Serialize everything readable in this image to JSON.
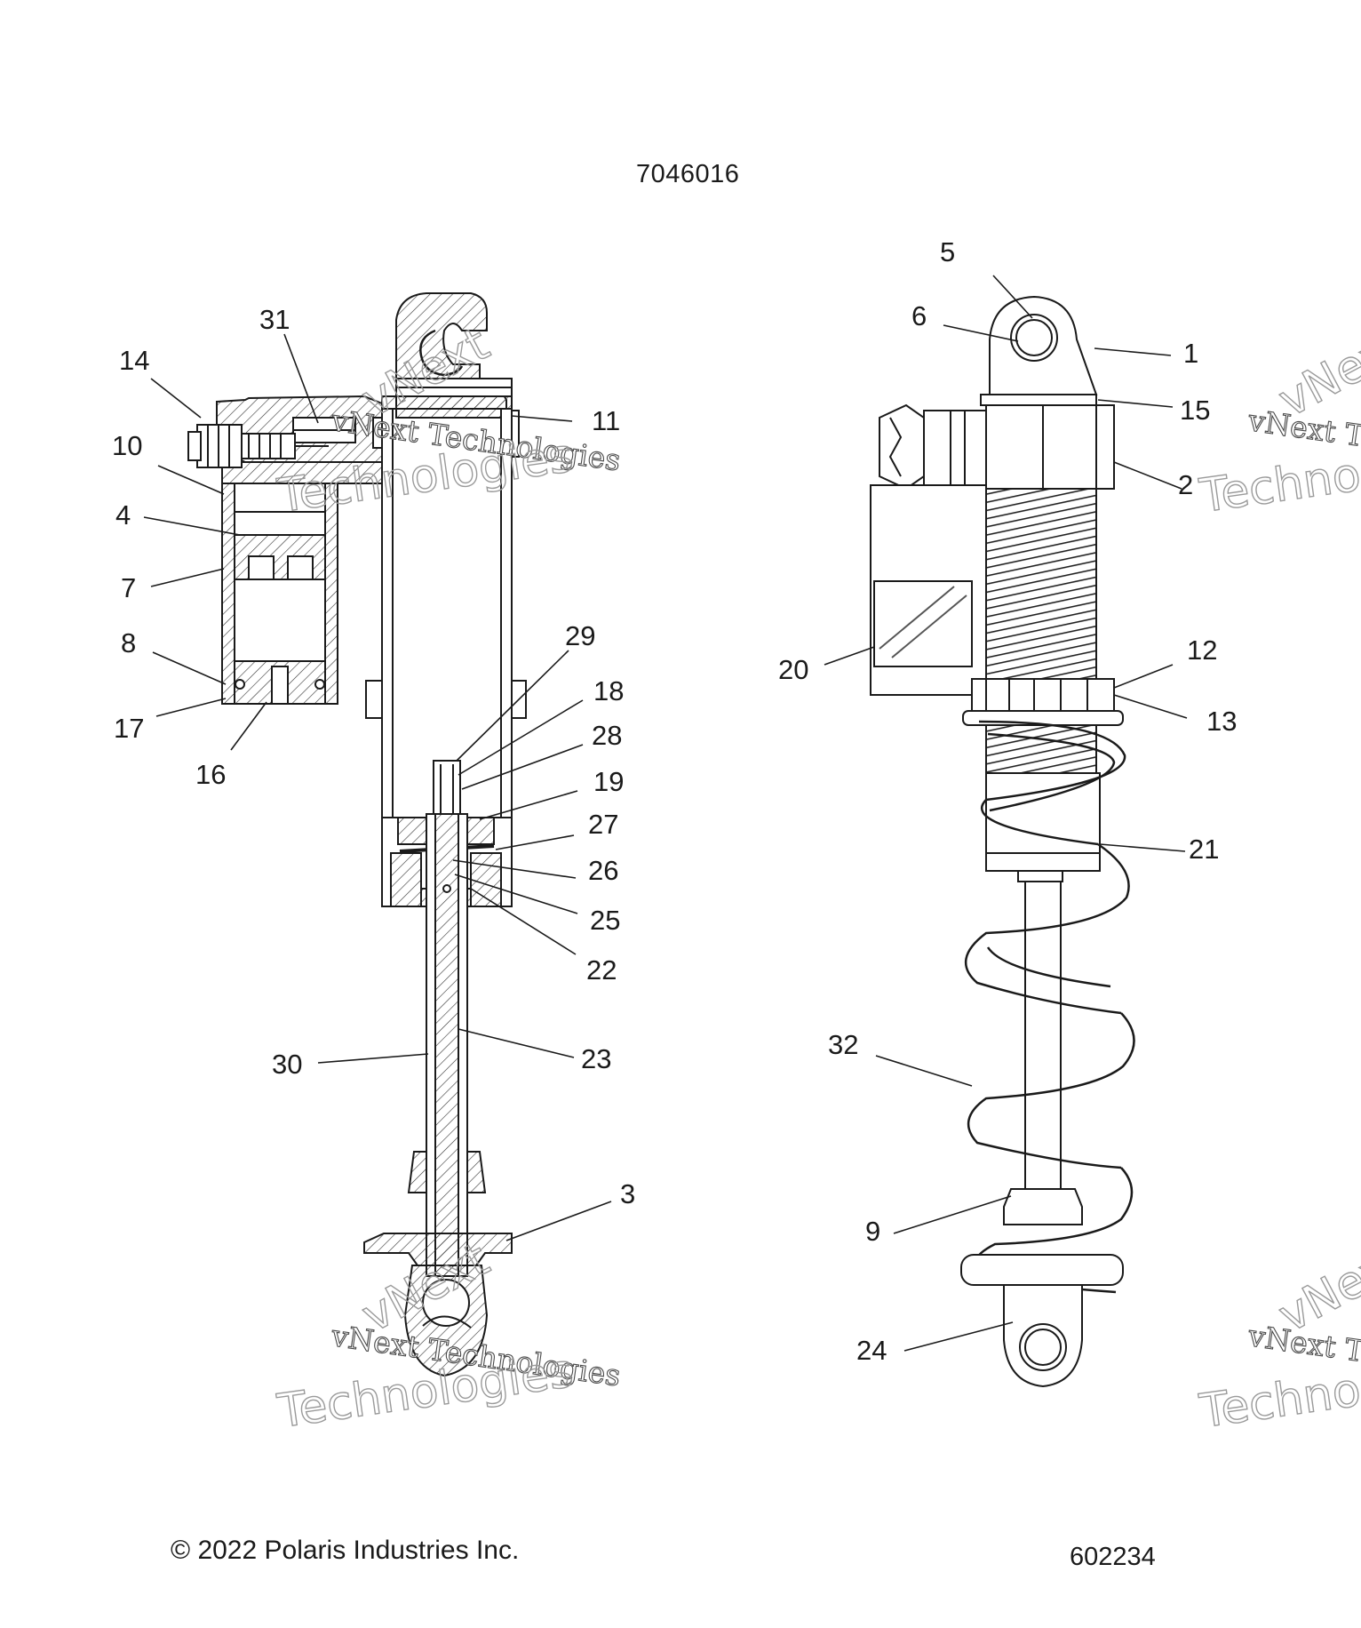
{
  "header": {
    "part_number": "7046016"
  },
  "footer": {
    "copyright": "© 2022 Polaris Industries Inc.",
    "drawing_number": "602234"
  },
  "watermark": {
    "line1": "vNext Technologies",
    "line2": "Technologies",
    "stamp": "vNext"
  },
  "callouts": {
    "c1": "1",
    "c2": "2",
    "c3": "3",
    "c4": "4",
    "c5": "5",
    "c6": "6",
    "c7": "7",
    "c8": "8",
    "c9": "9",
    "c10": "10",
    "c11": "11",
    "c12": "12",
    "c13": "13",
    "c14": "14",
    "c15": "15",
    "c16": "16",
    "c17": "17",
    "c18": "18",
    "c19": "19",
    "c20": "20",
    "c21": "21",
    "c22": "22",
    "c23": "23",
    "c24": "24",
    "c25": "25",
    "c26": "26",
    "c27": "27",
    "c28": "28",
    "c29": "29",
    "c30": "30",
    "c31": "31",
    "c32": "32"
  },
  "colors": {
    "ink": "#1a1a1a",
    "watermark": "#9a9a9a"
  }
}
